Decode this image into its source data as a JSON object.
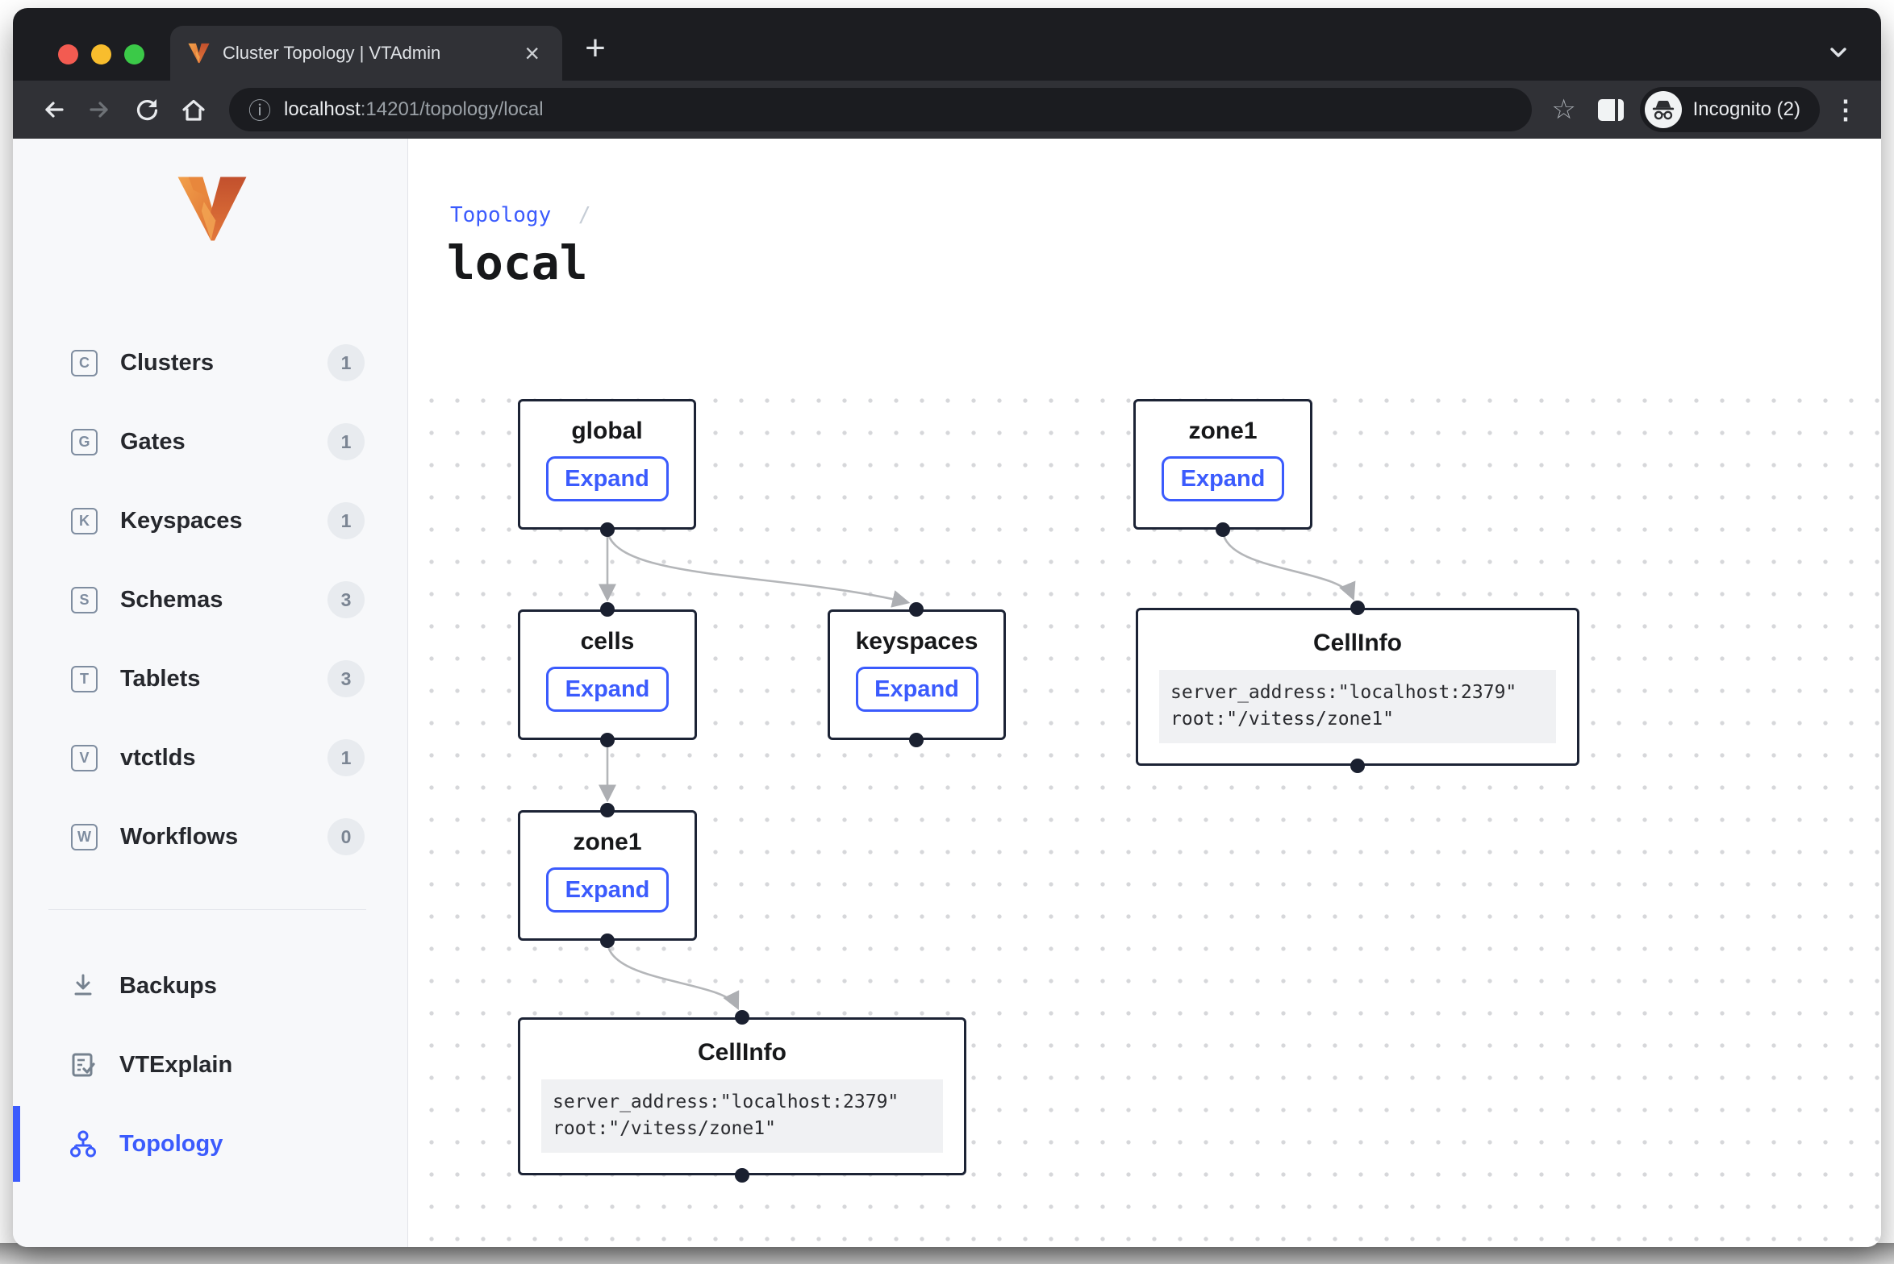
{
  "browser": {
    "tab": {
      "title": "Cluster Topology | VTAdmin"
    },
    "address": {
      "host": "localhost",
      "path": ":14201/topology/local"
    },
    "incognito_label": "Incognito (2)"
  },
  "icons": {
    "close_tab": "×",
    "new_tab": "+",
    "info": "ⓘ",
    "star": "☆",
    "menu": "⋮"
  },
  "sidebar": {
    "items": [
      {
        "letter": "C",
        "label": "Clusters",
        "count": "1"
      },
      {
        "letter": "G",
        "label": "Gates",
        "count": "1"
      },
      {
        "letter": "K",
        "label": "Keyspaces",
        "count": "1"
      },
      {
        "letter": "S",
        "label": "Schemas",
        "count": "3"
      },
      {
        "letter": "T",
        "label": "Tablets",
        "count": "3"
      },
      {
        "letter": "V",
        "label": "vtctlds",
        "count": "1"
      },
      {
        "letter": "W",
        "label": "Workflows",
        "count": "0"
      }
    ],
    "tools": [
      {
        "label": "Backups"
      },
      {
        "label": "VTExplain"
      },
      {
        "label": "Topology"
      }
    ]
  },
  "main": {
    "breadcrumb": {
      "label": "Topology",
      "separator": "/"
    },
    "title": "local",
    "nodes": [
      {
        "id": "global",
        "title": "global",
        "button": "Expand"
      },
      {
        "id": "zone1-top",
        "title": "zone1",
        "button": "Expand"
      },
      {
        "id": "cells",
        "title": "cells",
        "button": "Expand"
      },
      {
        "id": "keyspaces",
        "title": "keyspaces",
        "button": "Expand"
      },
      {
        "id": "cellinfo-right",
        "title": "CellInfo",
        "code_line1": "server_address:\"localhost:2379\"",
        "code_line2": "root:\"/vitess/zone1\""
      },
      {
        "id": "zone1-left",
        "title": "zone1",
        "button": "Expand"
      },
      {
        "id": "cellinfo-bottom",
        "title": "CellInfo",
        "code_line1": "server_address:\"localhost:2379\"",
        "code_line2": "root:\"/vitess/zone1\""
      }
    ]
  },
  "colors": {
    "accent": "#3b5bfd",
    "node_border": "#1c2335",
    "edge": "#b4b6b9",
    "traffic_red": "#f35b51",
    "traffic_yellow": "#f8bd2d",
    "traffic_green": "#3bc948",
    "logo_orange_light": "#F2A452",
    "logo_orange_dark": "#C2502D"
  }
}
